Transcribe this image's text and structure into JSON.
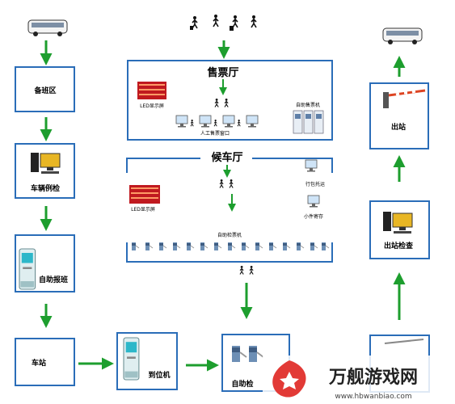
{
  "nodes": {
    "ready_area": "备班区",
    "vehicle_check": "车辆例检",
    "self_report": "自助报班",
    "station": "车站",
    "arrival": "到位机",
    "self_check": "自助检",
    "exit_check": "出站检查",
    "exit": "出站"
  },
  "ticket_hall": {
    "title": "售票厅",
    "led_label": "LED显示屏",
    "manual_window_label": "人工售票窗口",
    "self_ticket_label": "自助售票机"
  },
  "waiting_hall": {
    "title": "候车厅",
    "led_label": "LED显示屏",
    "luggage_label": "行包托运",
    "small_storage_label": "小件寄存",
    "gate_label": "自助检票机"
  },
  "watermark": {
    "brand": "万舰游戏网",
    "url": "www.hbwanbiao.com"
  },
  "colors": {
    "box_border": "#2a6db8",
    "arrow": "#1d9e2e",
    "led_red": "#c0191f"
  }
}
